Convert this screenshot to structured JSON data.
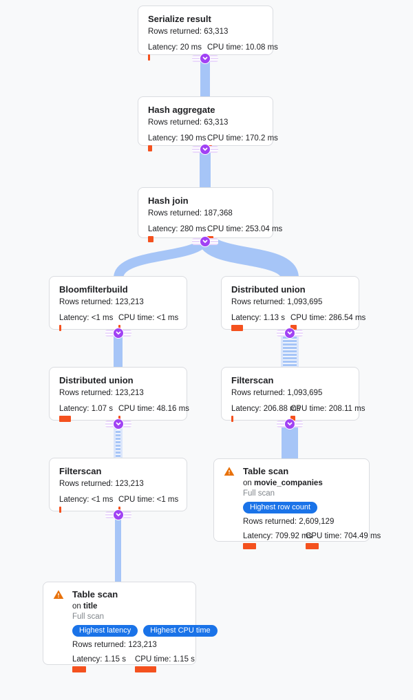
{
  "colors": {
    "background": "#f8f9fa",
    "node_bg": "#ffffff",
    "node_border": "#dadce0",
    "edge_blue": "#a6c5f7",
    "connector_purple": "#a142f4",
    "connector_band_lavender": "#ead9fb",
    "metric_bar_orange": "#f4511e",
    "badge_blue": "#1a73e8",
    "warning_orange": "#e8710a",
    "text_primary": "#202124",
    "text_secondary": "#80868b"
  },
  "labels": {
    "rows_returned": "Rows returned:",
    "latency": "Latency:",
    "cpu_time": "CPU time:",
    "on": "on",
    "full_scan": "Full scan"
  },
  "nodes": [
    {
      "title": "Serialize result",
      "rows": "63,313",
      "latency": "20 ms",
      "cpu": "10.08 ms",
      "latency_bar": 3,
      "cpu_bar": 3
    },
    {
      "title": "Hash aggregate",
      "rows": "63,313",
      "latency": "190 ms",
      "cpu": "170.2 ms",
      "latency_bar": 6,
      "cpu_bar": 7
    },
    {
      "title": "Hash join",
      "rows": "187,368",
      "latency": "280 ms",
      "cpu": "253.04 ms",
      "latency_bar": 8,
      "cpu_bar": 9
    },
    {
      "title": "Bloomfilterbuild",
      "rows": "123,213",
      "latency": "<1 ms",
      "cpu": "<1 ms",
      "latency_bar": 3,
      "cpu_bar": 3
    },
    {
      "title": "Distributed union",
      "rows": "1,093,695",
      "latency": "1.13 s",
      "cpu": "286.54 ms",
      "latency_bar": 17,
      "cpu_bar": 9
    },
    {
      "title": "Distributed union",
      "rows": "123,213",
      "latency": "1.07 s",
      "cpu": "48.16 ms",
      "latency_bar": 17,
      "cpu_bar": 3
    },
    {
      "title": "Filterscan",
      "rows": "1,093,695",
      "latency": "206.88 ms",
      "cpu": "208.11 ms",
      "latency_bar": 3,
      "cpu_bar": 7
    },
    {
      "title": "Filterscan",
      "rows": "123,213",
      "latency": "<1 ms",
      "cpu": "<1 ms",
      "latency_bar": 3,
      "cpu_bar": 3
    },
    {
      "title": "Table scan",
      "table": "movie_companies",
      "scan_type": "Full scan",
      "badges": [
        "Highest row count"
      ],
      "rows": "2,609,129",
      "latency": "709.92 ms",
      "cpu": "704.49 ms",
      "latency_bar": 19,
      "cpu_bar": 19
    },
    {
      "title": "Table scan",
      "table": "title",
      "scan_type": "Full scan",
      "badges": [
        "Highest latency",
        "Highest CPU time"
      ],
      "rows": "123,213",
      "latency": "1.15 s",
      "cpu": "1.15 s",
      "latency_bar": 20,
      "cpu_bar": 31
    }
  ]
}
